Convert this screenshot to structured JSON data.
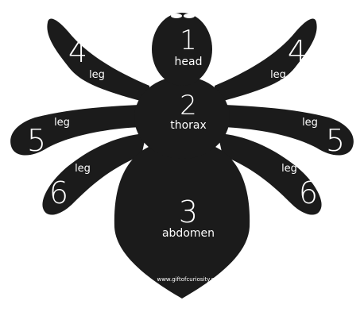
{
  "colors": {
    "spider_body": "#1b1b1b",
    "text": "#ffffff",
    "background": "#ffffff"
  },
  "parts": {
    "head": {
      "number": "1",
      "label": "head"
    },
    "thorax": {
      "number": "2",
      "label": "thorax"
    },
    "abdomen": {
      "number": "3",
      "label": "abdomen"
    }
  },
  "legs": {
    "upper_left": {
      "number": "4",
      "label": "leg"
    },
    "middle_left": {
      "number": "5",
      "label": "leg"
    },
    "lower_left": {
      "number": "6",
      "label": "leg"
    },
    "upper_right": {
      "number": "4",
      "label": "leg"
    },
    "middle_right": {
      "number": "5",
      "label": "leg"
    },
    "lower_right": {
      "number": "6",
      "label": "leg"
    }
  },
  "credit": "www.giftofcuriosity.com"
}
